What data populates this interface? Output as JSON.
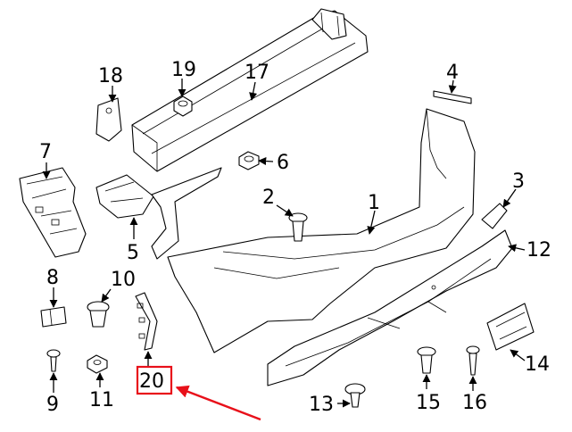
{
  "diagram": {
    "labels": {
      "p1": "1",
      "p2": "2",
      "p3": "3",
      "p4": "4",
      "p5": "5",
      "p6": "6",
      "p7": "7",
      "p8": "8",
      "p9": "9",
      "p10": "10",
      "p11": "11",
      "p12": "12",
      "p13": "13",
      "p14": "14",
      "p15": "15",
      "p16": "16",
      "p17": "17",
      "p18": "18",
      "p19": "19",
      "p20": "20"
    },
    "highlighted_part": "20",
    "highlight_color": "#e8101a"
  }
}
